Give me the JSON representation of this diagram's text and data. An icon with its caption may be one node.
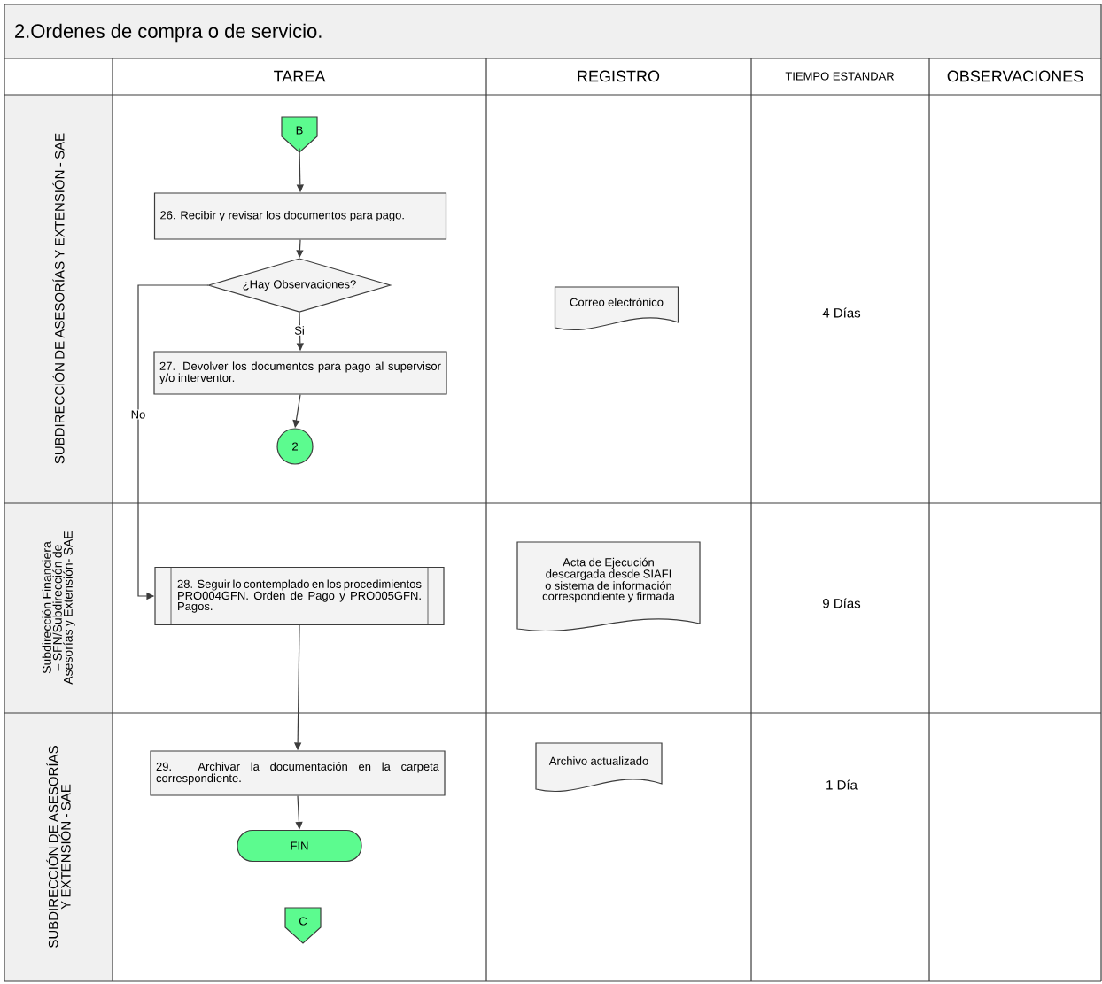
{
  "diagram": {
    "title": "2.Ordenes de compra o de servicio.",
    "nodes": [
      {
        "text": [
          "B"
        ]
      },
      {
        "text": [
          "26. Recibir y revisar los documentos para pago."
        ]
      },
      {
        "text": [
          "¿Hay Observaciones?"
        ]
      },
      {
        "text": [
          "27. Devolver los documentos para pago al supervisor y/o interventor."
        ]
      },
      {
        "text": [
          "2"
        ]
      },
      {
        "text": [
          "28. Seguir lo contemplado en los procedimientos PRO004GFN. Orden de Pago y PRO005GFN. Pagos."
        ]
      },
      {
        "text": [
          "29. Archivar la documentación en la carpeta correspondiente."
        ]
      },
      {
        "text": [
          "FIN"
        ]
      },
      {
        "text": [
          "C"
        ]
      },
      {
        "text": [
          "Correo electrónico"
        ]
      },
      {
        "text": [
          "Acta de Ejecución descargada desde SIAFI o sistema de información correspondiente y firmada"
        ]
      },
      {
        "text": [
          "Archivo actualizado"
        ]
      }
    ],
    "edges": [
      {
        "from": 0,
        "to": 1,
        "arrow": "to"
      },
      {
        "from": 1,
        "to": 2,
        "arrow": "to"
      },
      {
        "from": 2,
        "to": 3,
        "arrow": "to",
        "label": "Si"
      },
      {
        "from": 3,
        "to": 4,
        "arrow": "to"
      },
      {
        "from": 2,
        "to": 5,
        "arrow": "to",
        "label": "No"
      },
      {
        "from": 5,
        "to": 6,
        "arrow": "to"
      },
      {
        "from": 6,
        "to": 7,
        "arrow": "to"
      }
    ],
    "labels": [
      "TAREA",
      "REGISTRO",
      "TIEMPO ESTANDAR",
      "OBSERVACIONES",
      "SUBDIRECCIÓN DE ASESORÍAS Y EXTENSIÓN - SAE",
      "4 Días",
      "Subdirección Financiera – SFN/Subdirección de Asesorías y Extensión- SAE",
      "9 Días",
      "SUBDIRECCIÓN DE ASESORÍAS Y EXTENSIÓN - SAE",
      "1 Día"
    ]
  }
}
